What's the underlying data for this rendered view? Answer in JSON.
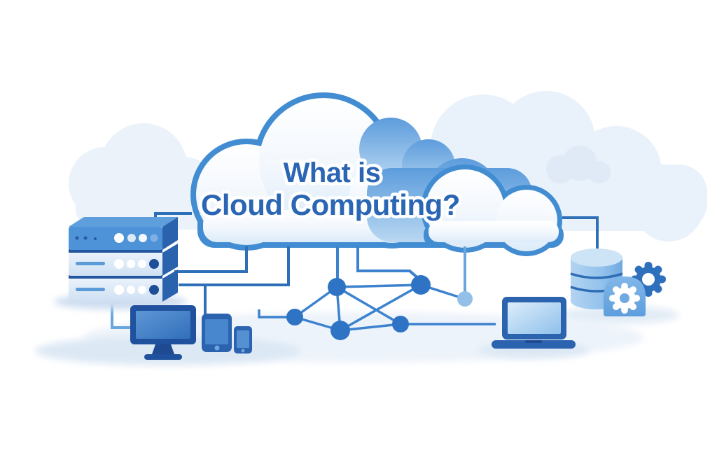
{
  "title": {
    "line1": "What is",
    "line2": "Cloud Computing?"
  },
  "colors": {
    "title": "#2b66b5",
    "cloud_outline": "#428cd2",
    "cloud_outline_fix": "#428cd2",
    "cloud_solid": "#5f9edd",
    "connector_dark": "#2e6fb8",
    "connector_medium": "#3c82cf",
    "connector_light": "#6aa6de",
    "node": "#2f74c4",
    "node_light": "#93bfe9",
    "edge": "#3c82cf",
    "device_frame": "#2b63af",
    "device_dark": "#1f519e",
    "screen_blue": "#4484cb",
    "server_top_slab": "#4e92d8",
    "server_light_slab": "#dce9f7",
    "server_side": "#2b62ae",
    "database": "#8fc0ea",
    "database_top": "#cde3f6",
    "gear": "#2f70bd",
    "badge": "#6fa9e2",
    "background_cloud": "#e9f1fa",
    "ground_shadow": "#dce8f4"
  },
  "icons": [
    {
      "name": "cloud-main",
      "shape": "outlined white cloud holding title text"
    },
    {
      "name": "cloud-secondary",
      "shape": "outlined white cloud, lower right"
    },
    {
      "name": "cloud-solid",
      "shape": "solid blue cloud behind title cloud"
    },
    {
      "name": "backdrop-clouds",
      "shape": "pale silhouette clouds"
    },
    {
      "name": "server-stack-icon",
      "shape": "3D stack of three server units with status dots"
    },
    {
      "name": "desktop-monitor-icon",
      "shape": "desktop monitor on stand"
    },
    {
      "name": "smartphone-icon",
      "shape": "large phone with home button"
    },
    {
      "name": "smartphone-small-icon",
      "shape": "small phone"
    },
    {
      "name": "network-nodes-icon",
      "shape": "connected graph of circular nodes"
    },
    {
      "name": "laptop-icon",
      "shape": "open laptop"
    },
    {
      "name": "database-icon",
      "shape": "three-tier cylinder"
    },
    {
      "name": "gear-icon",
      "shape": "blue cog"
    },
    {
      "name": "settings-gear-badge-icon",
      "shape": "rounded badge with white cog"
    }
  ]
}
